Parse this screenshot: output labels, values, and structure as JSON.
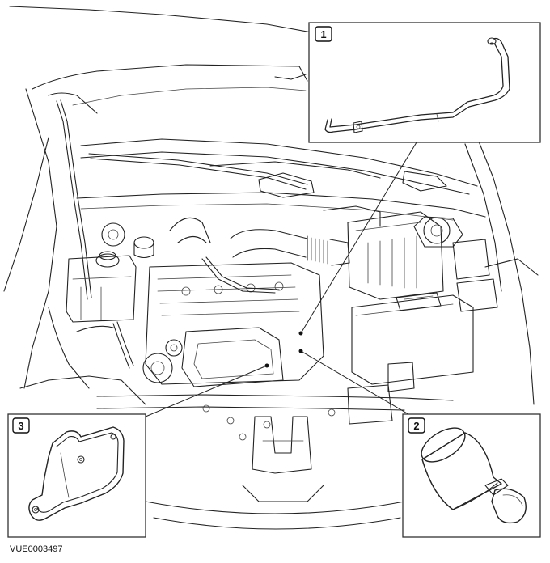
{
  "figure": {
    "reference_code": "VUE0003497",
    "callouts": [
      {
        "number": "1",
        "part": "hose"
      },
      {
        "number": "2",
        "part": "sensor"
      },
      {
        "number": "3",
        "part": "gasket"
      }
    ],
    "icons": [
      "engine-bay-illustration",
      "hose-detail-illustration",
      "sensor-detail-illustration",
      "gasket-detail-illustration"
    ]
  }
}
